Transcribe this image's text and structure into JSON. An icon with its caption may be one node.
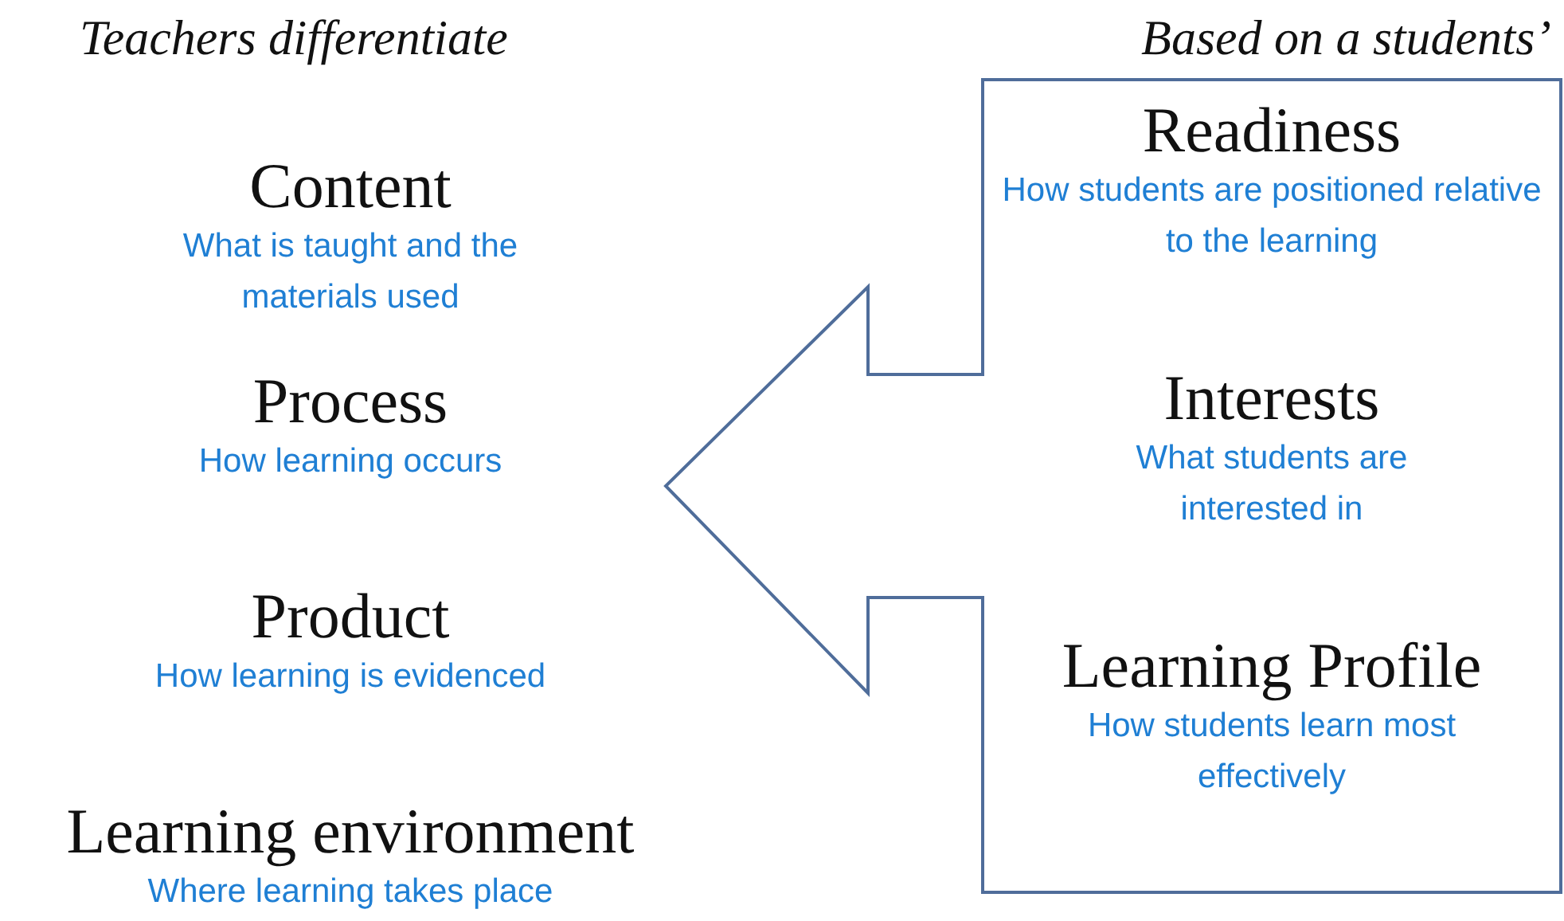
{
  "diagram": {
    "nodes": [
      {
        "text": [
          "Content",
          "What is taught and the materials used"
        ]
      },
      {
        "text": [
          "Process",
          "How learning occurs"
        ]
      },
      {
        "text": [
          "Product",
          "How learning is evidenced"
        ]
      },
      {
        "text": [
          "Learning environment",
          "Where learning takes place"
        ]
      },
      {
        "text": [
          "Based on a students’"
        ]
      },
      {
        "text": [
          "Readiness",
          "How students are positioned relative to the learning"
        ],
        "in": 4
      },
      {
        "text": [
          "Interests",
          "What students are interested in"
        ],
        "in": 4
      },
      {
        "text": [
          "Learning Profile",
          "How students learn most effectively"
        ],
        "in": 4
      }
    ],
    "labels": [
      "Teachers differentiate"
    ]
  }
}
